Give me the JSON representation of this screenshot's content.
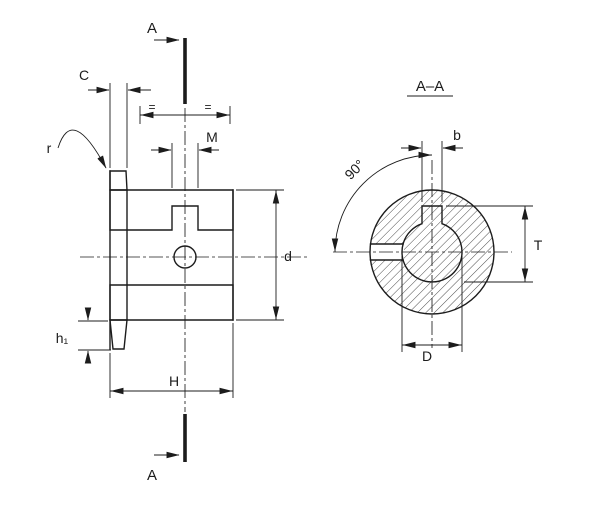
{
  "colors": {
    "line": "#1c1c1c",
    "background": "#ffffff"
  },
  "left_view": {
    "section_label_top": "A",
    "section_label_bottom": "A",
    "dim_c_label": "C",
    "radius_label": "r",
    "dim_m_label": "M",
    "dim_d_label": "d",
    "dim_h1_label": "h₁",
    "dim_h_label": "H",
    "equal_mark_left": "=",
    "equal_mark_right": "="
  },
  "right_view": {
    "section_title": "A–A",
    "dim_b_label": "b",
    "angle_label": "90°",
    "dim_t_label": "T",
    "dim_bore_label": "D"
  }
}
